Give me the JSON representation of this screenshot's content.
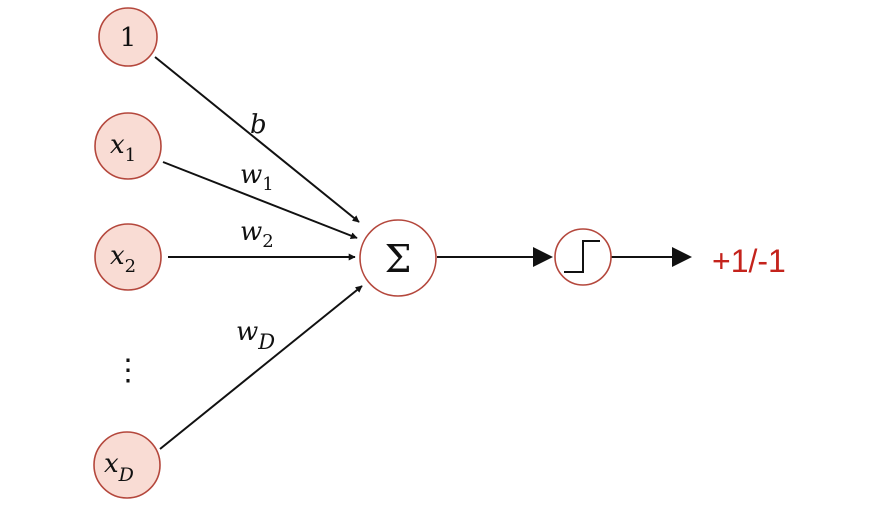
{
  "nodes": {
    "bias": "1",
    "x1": {
      "base": "x",
      "sub": "1"
    },
    "x2": {
      "base": "x",
      "sub": "2"
    },
    "xD": {
      "base": "x",
      "sub": "D"
    },
    "ellipsis": "⋮",
    "sum": "Σ"
  },
  "edges": {
    "b": "b",
    "w1": {
      "base": "w",
      "sub": "1"
    },
    "w2": {
      "base": "w",
      "sub": "2"
    },
    "wD": {
      "base": "w",
      "sub": "D"
    }
  },
  "output": "+1/-1",
  "colors": {
    "node_fill": "#f9dcd4",
    "node_stroke": "#b4473c",
    "output_text": "#c4231c",
    "edge": "#111111"
  },
  "icons": {
    "activation": "step-function-icon"
  }
}
